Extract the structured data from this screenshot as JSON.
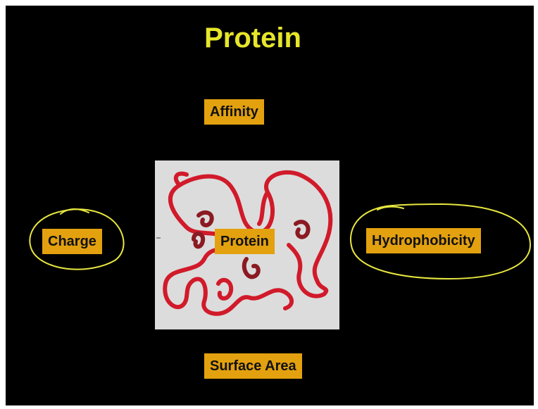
{
  "title": "Protein",
  "labels": {
    "affinity": "Affinity",
    "charge": "Charge",
    "center": "Protein",
    "hydrophobicity": "Hydrophobicity",
    "surface_area": "Surface Area"
  },
  "colors": {
    "background": "#000000",
    "title": "#e6e62a",
    "label_fill": "#e3a10f",
    "panel": "#dcdcdc",
    "chain": "#d11a2a",
    "chain_dark": "#8b1a22",
    "highlight_ink": "#e8e840"
  }
}
